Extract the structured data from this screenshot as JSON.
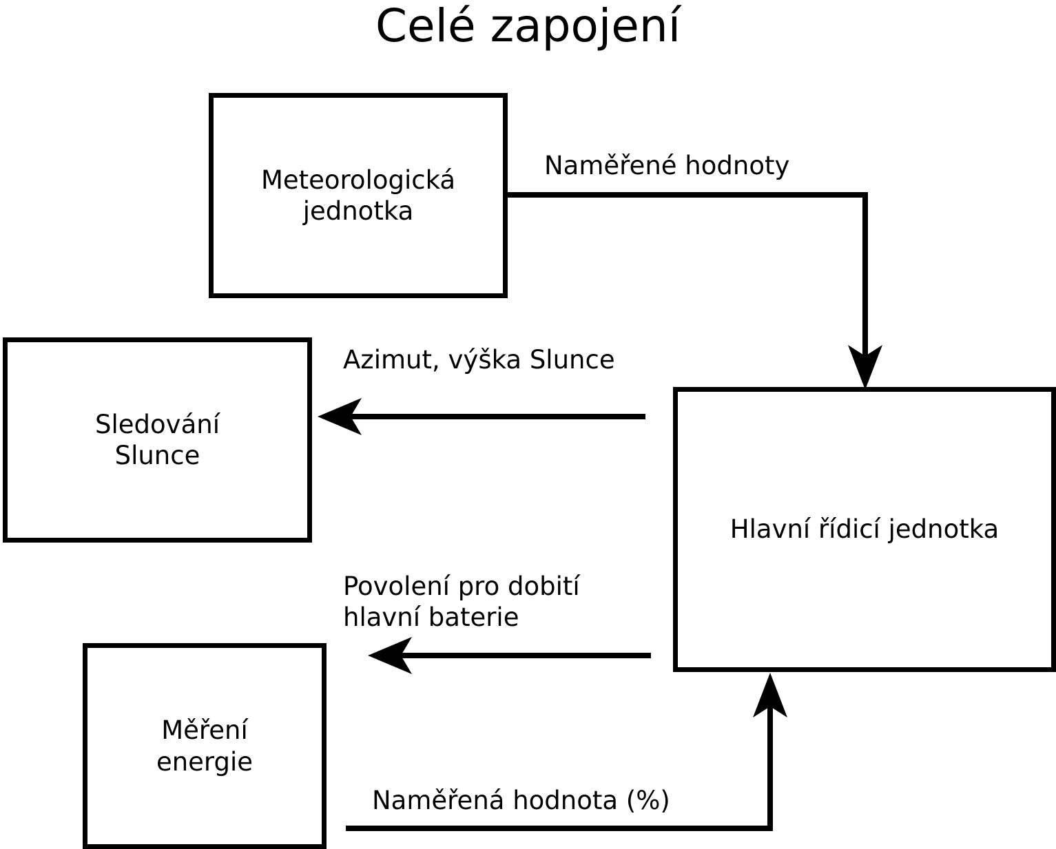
{
  "page": {
    "title": "Celé zapojení",
    "background_color": "#ffffff",
    "line_color": "#000000"
  },
  "nodes": [
    {
      "id": "meteo",
      "label": "Meteorologická\njednotka"
    },
    {
      "id": "sun",
      "label": "Sledování\nSlunce"
    },
    {
      "id": "main",
      "label": "Hlavní řídicí jednotka"
    },
    {
      "id": "energy",
      "label": "Měření\nenergie"
    }
  ],
  "edges": [
    {
      "id": "meteo-to-main",
      "label": "Naměřené hodnoty",
      "from": "meteo",
      "to": "main",
      "direction": "right-then-down"
    },
    {
      "id": "main-to-sun",
      "label": "Azimut, výška Slunce",
      "from": "main",
      "to": "sun",
      "direction": "left"
    },
    {
      "id": "main-to-energy",
      "label": "Povolení pro dobití\nhlavní baterie",
      "from": "main",
      "to": "energy",
      "direction": "left"
    },
    {
      "id": "energy-to-main",
      "label": "Naměřená hodnota (%)",
      "from": "energy",
      "to": "main",
      "direction": "right-then-up"
    }
  ]
}
